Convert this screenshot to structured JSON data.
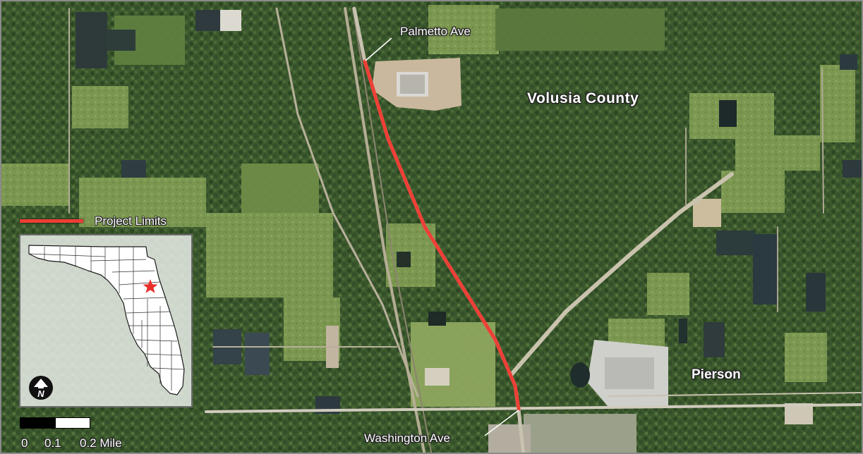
{
  "map": {
    "county_label": "Volusia County",
    "city_label": "Pierson",
    "roads": {
      "north_limit": "Palmetto Ave",
      "south_limit": "Washington Ave"
    }
  },
  "legend": {
    "project_limits_label": "Project Limits",
    "project_limits_color": "#ee3f36"
  },
  "inset": {
    "state": "Florida",
    "marker_icon": "red-star-icon",
    "marker_color": "#e8302a"
  },
  "north_arrow": {
    "letter": "N",
    "icon": "north-arrow-icon"
  },
  "scale_bar": {
    "ticks": [
      "0",
      "0.1",
      "0.2 Mile"
    ]
  },
  "colors": {
    "vegetation_dark": "#2f4a26",
    "vegetation": "#4c6a36",
    "field": "#8aa25a",
    "road": "#c8c2b0"
  }
}
